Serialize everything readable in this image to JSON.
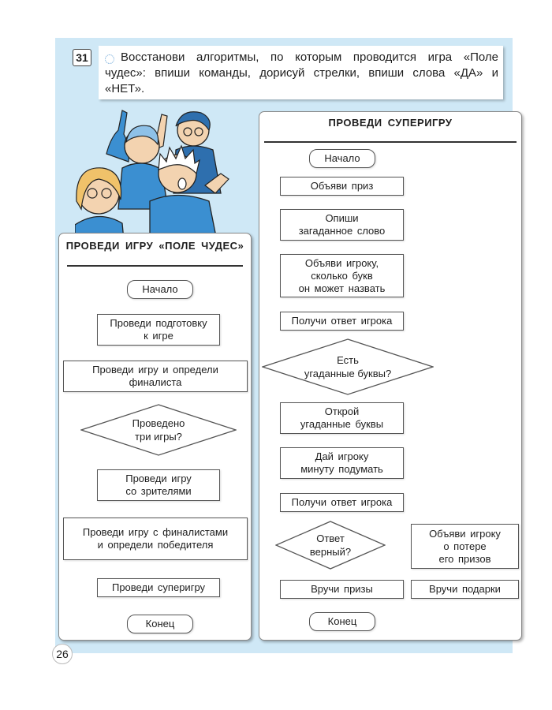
{
  "task": {
    "number": "31",
    "text": "Восстанови алгоритмы, по которым проводится игра «Поле чудес»: впиши команды, дорисуй стрелки, впиши слова «ДА» и «НЕТ»."
  },
  "left_panel": {
    "title": "ПРОВЕДИ ИГРУ «ПОЛЕ ЧУДЕС»",
    "start": "Начало",
    "step1": "Проведи подготовку\nк игре",
    "step2": "Проведи игру и определи\nфиналиста",
    "decision1": "Проведено\nтри игры?",
    "step3": "Проведи игру\nсо зрителями",
    "step4": "Проведи игру с финалистами\nи определи победителя",
    "step5": "Проведи суперигру",
    "end": "Конец"
  },
  "right_panel": {
    "title": "ПРОВЕДИ СУПЕРИГРУ",
    "start": "Начало",
    "step1": "Объяви приз",
    "step2": "Опиши\nзагаданное слово",
    "step3": "Объяви игроку,\nсколько букв\nон может назвать",
    "step4": "Получи ответ игрока",
    "decision1": "Есть\nугаданные буквы?",
    "step5": "Открой\nугаданные буквы",
    "step6": "Дай игроку\nминуту подумать",
    "step7": "Получи ответ игрока",
    "decision2": "Ответ\nверный?",
    "side_step": "Объяви игроку\nо потере\nего призов",
    "step8": "Вручи призы",
    "step9": "Вручи подарки",
    "end": "Конец"
  },
  "page_number": "26",
  "colors": {
    "background_panel": "#cfe8f6",
    "kids_shirts": "#3b8fd1",
    "outline": "#555555"
  }
}
